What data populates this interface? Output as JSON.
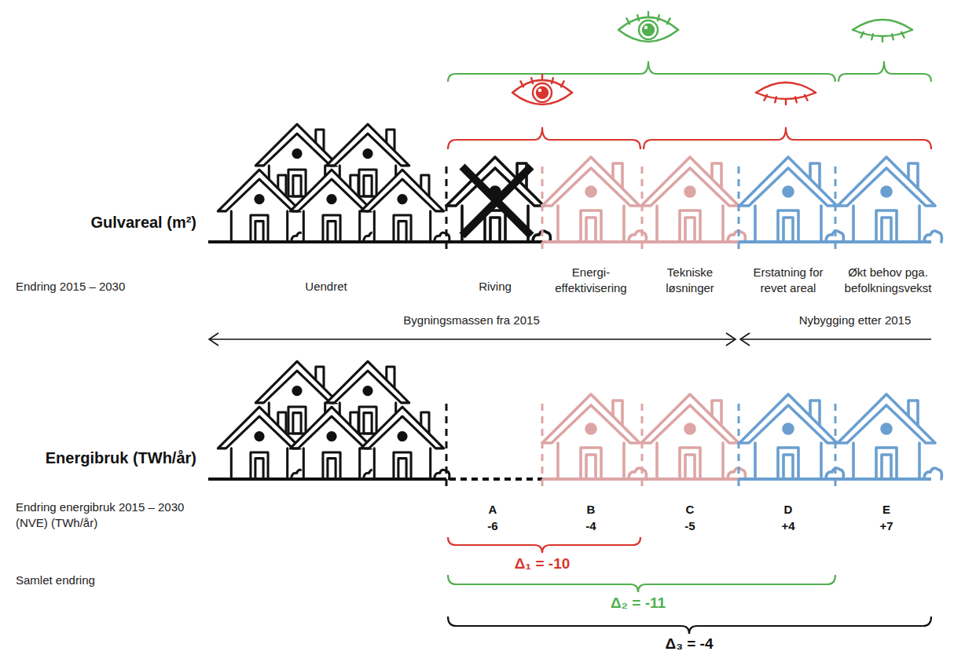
{
  "diagram": {
    "labels": [
      "Gulvareal (m²)",
      "Endring 2015 – 2030",
      "Uendret",
      "Riving",
      "Energi- effektivisering",
      "Tekniske løsninger",
      "Erstatning for revet areal",
      "Økt behov pga. befolkningsvekst",
      "Bygningsmassen fra 2015",
      "Nybygging etter 2015",
      "Energibruk (TWh/år)",
      "Endring energibruk 2015 – 2030 (NVE) (TWh/år)",
      "A",
      "-6",
      "B",
      "-4",
      "C",
      "-5",
      "D",
      "+4",
      "E",
      "+7",
      "Samlet endring",
      "Δ₁ = -10",
      "Δ₂ = -11",
      "Δ₃ = -4"
    ]
  }
}
